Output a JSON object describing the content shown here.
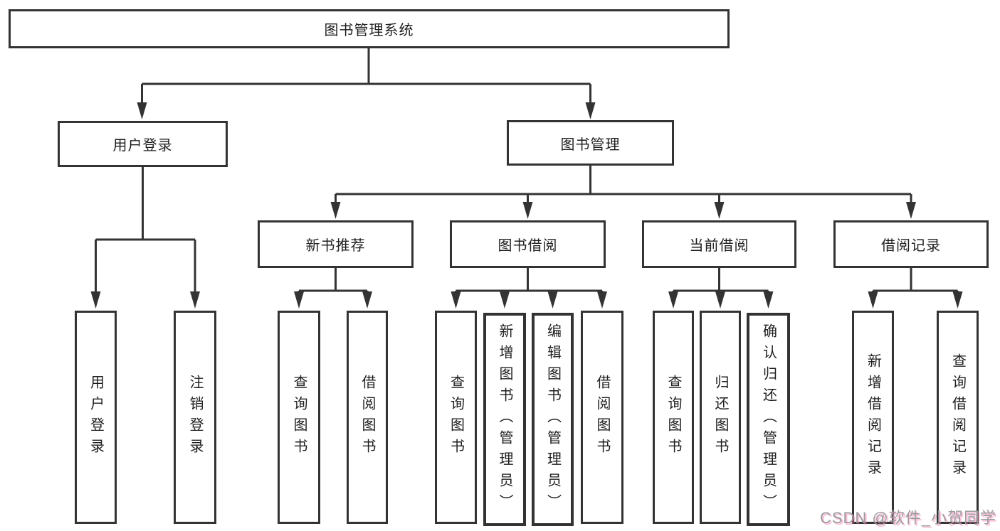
{
  "diagram": {
    "title": "图书管理系统",
    "level2": {
      "user_login": "用户登录",
      "book_mgmt": "图书管理"
    },
    "level3": {
      "new_books": "新书推荐",
      "borrowing": "图书借阅",
      "current": "当前借阅",
      "records": "借阅记录"
    },
    "leaves": {
      "user_login": [
        "用户登录",
        "注销登录"
      ],
      "new_books": [
        "查询图书",
        "借阅图书"
      ],
      "borrowing": [
        "查询图书",
        "新增图书（管理员）",
        "编辑图书（管理员）",
        "借阅图书"
      ],
      "current": [
        "查询图书",
        "归还图书",
        "确认归还（管理员）"
      ],
      "records": [
        "新增借阅记录",
        "查询借阅记录"
      ]
    }
  },
  "watermark": {
    "text": "CSDN @软件_小贺同学"
  },
  "colors": {
    "line": "#333333",
    "text": "#1f1f1f",
    "background": "#ffffff",
    "watermark": "#9b9b9b",
    "watermark_shadow": "#f472b1"
  }
}
